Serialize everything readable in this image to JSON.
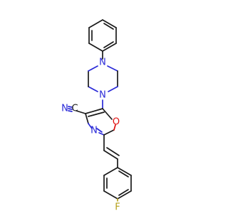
{
  "molecule": {
    "atoms": {
      "n_piperazine_top": "N",
      "n_piperazine_bottom": "N",
      "n_nitrile": "N",
      "c_nitrile": "C",
      "n_oxazole": "N",
      "o_oxazole": "O",
      "f_fluoro": "F"
    }
  }
}
